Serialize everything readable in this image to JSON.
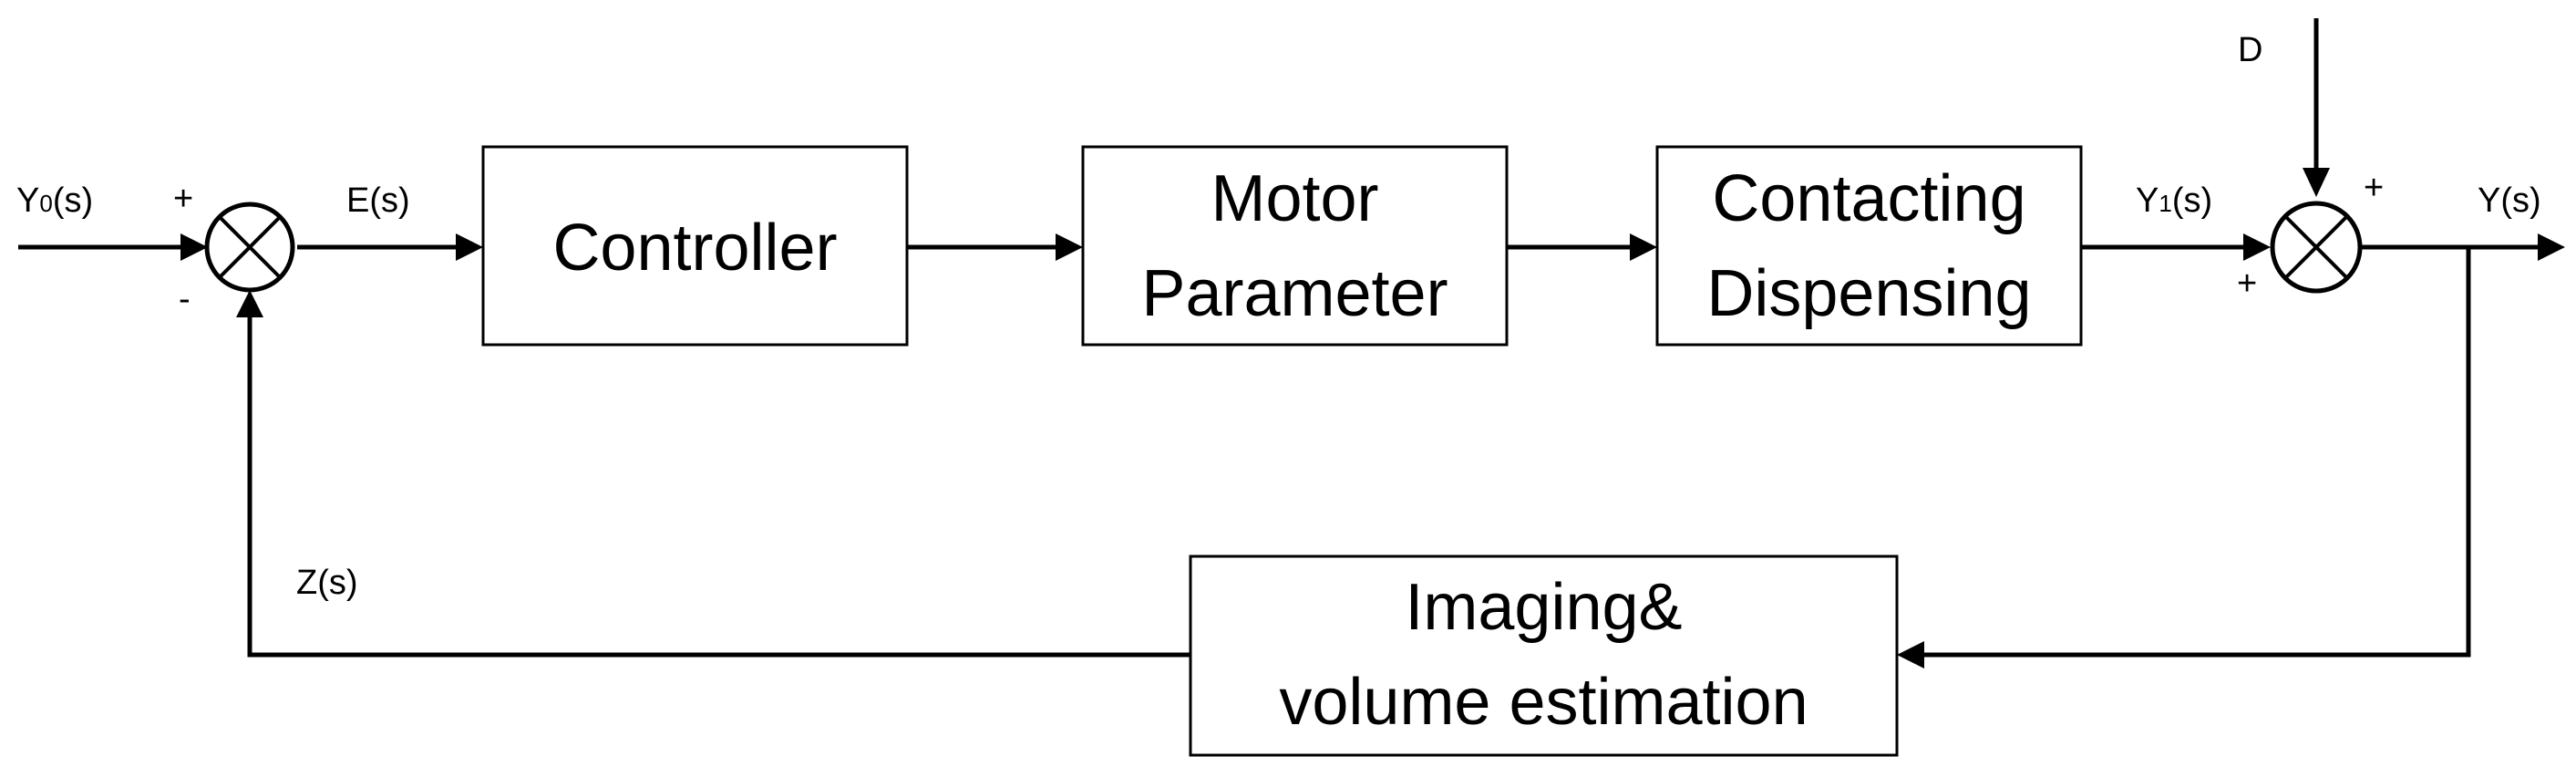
{
  "blocks": {
    "controller": {
      "line1": "Controller"
    },
    "motor": {
      "line1": "Motor",
      "line2": "Parameter"
    },
    "contacting": {
      "line1": "Contacting",
      "line2": "Dispensing"
    },
    "imaging": {
      "line1": "Imaging&",
      "line2": "volume estimation"
    }
  },
  "signals": {
    "y0": {
      "main": "Y",
      "sub": "0",
      "tail": "(s)"
    },
    "es": "E(s)",
    "y1": {
      "main": "Y",
      "sub": "1",
      "tail": "(s)"
    },
    "ys": "Y(s)",
    "zs": "Z(s)",
    "d": "D"
  },
  "signs": {
    "sum1_top": "+",
    "sum1_bottom": "-",
    "sum2_right": "+",
    "sum2_left": "+"
  }
}
